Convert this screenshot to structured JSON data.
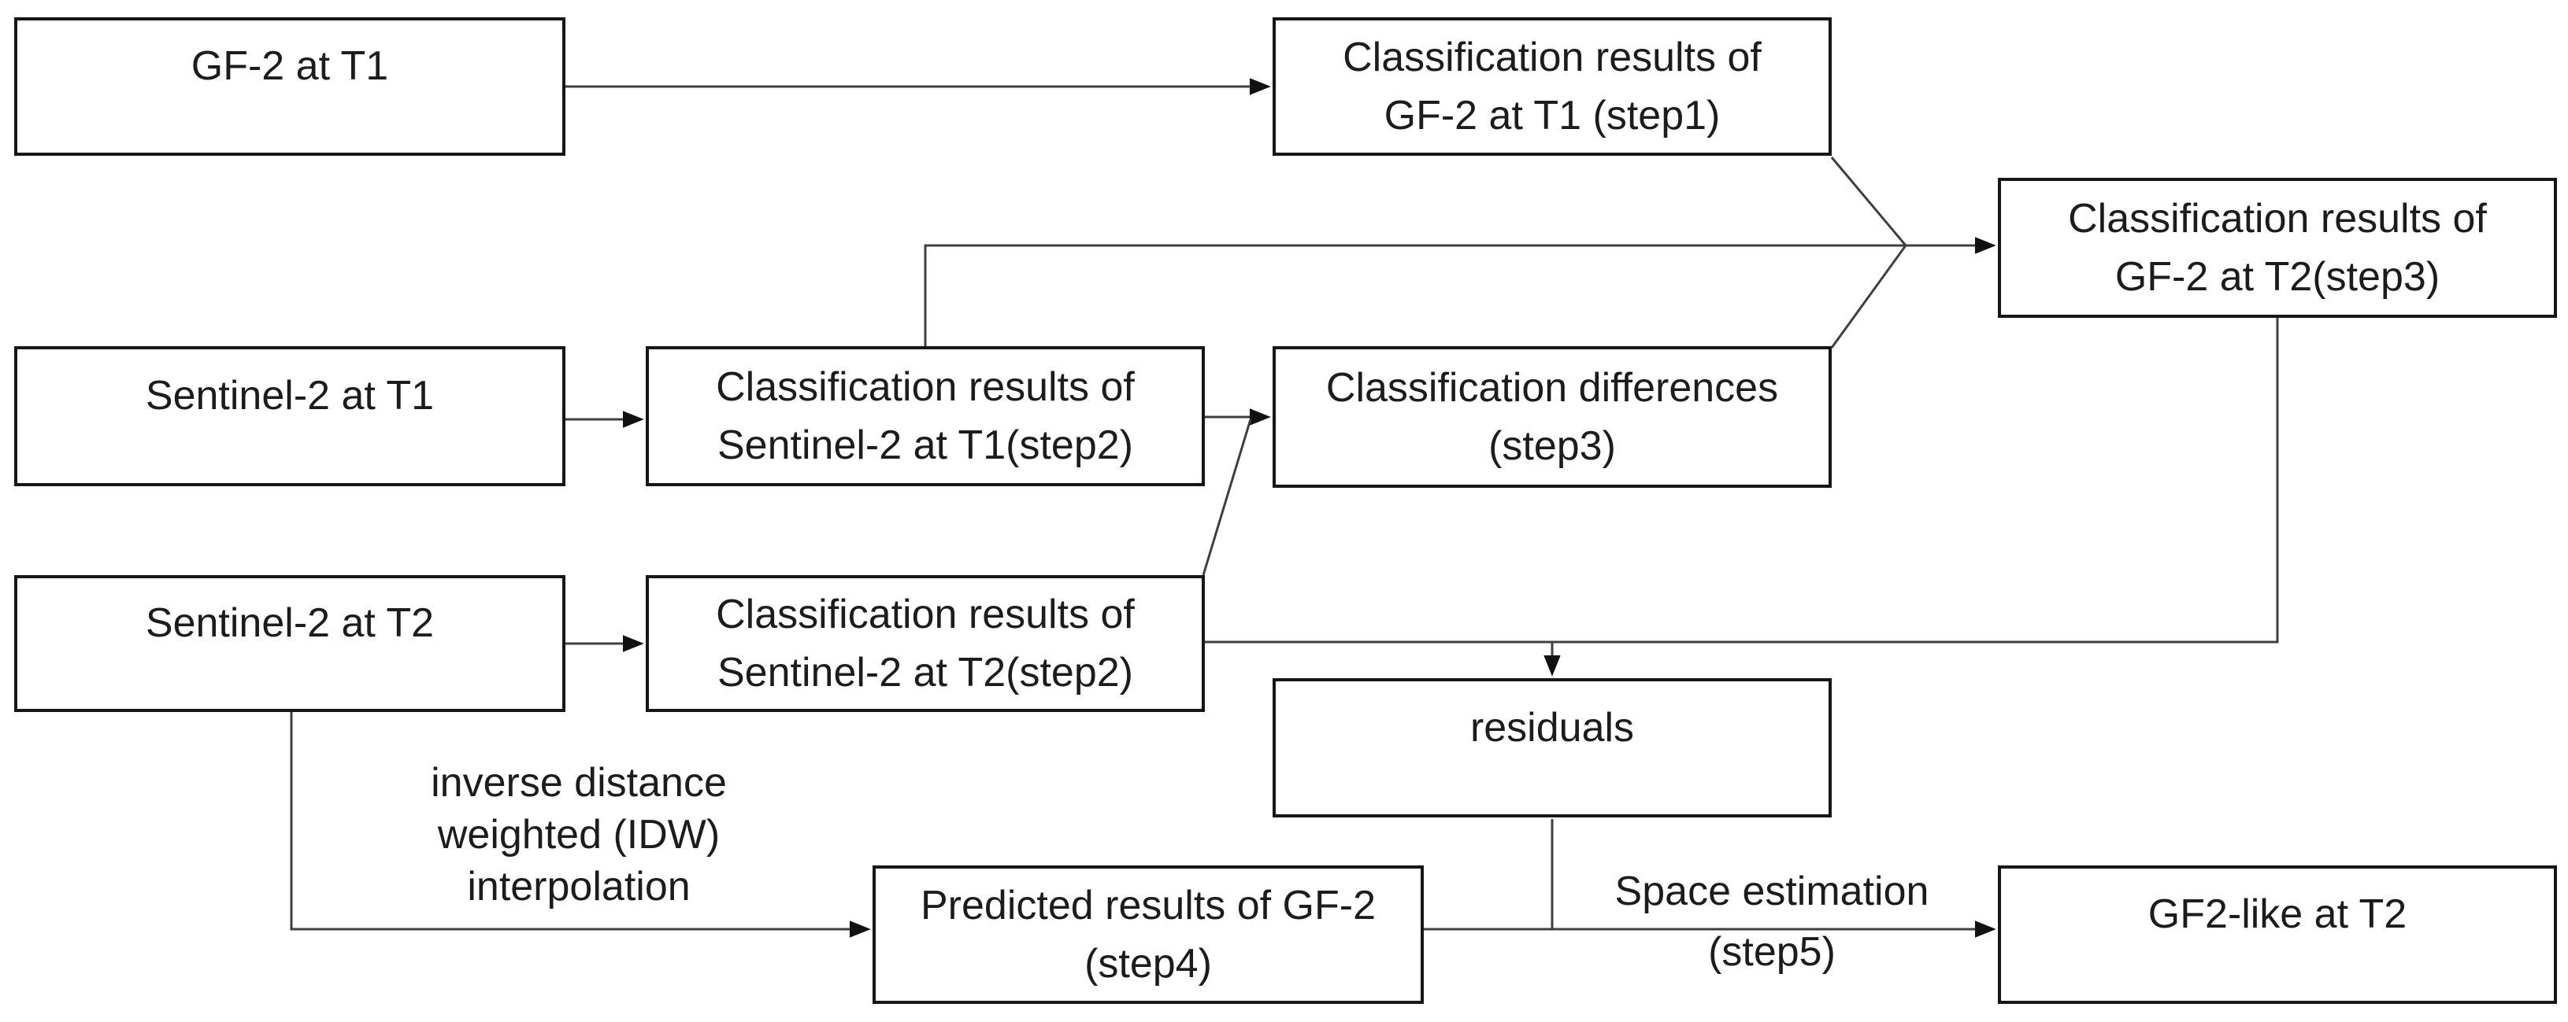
{
  "diagram_type": "flowchart",
  "nodes": {
    "gf2_t1": {
      "lines": [
        "GF-2 at T1"
      ]
    },
    "cls_gf2_t1": {
      "lines": [
        "Classification results of",
        "GF-2 at T1 (step1)"
      ]
    },
    "cls_gf2_t2": {
      "lines": [
        "Classification results of",
        "GF-2 at T2(step3)"
      ]
    },
    "sentinel2_t1": {
      "lines": [
        "Sentinel-2 at T1"
      ]
    },
    "cls_s2_t1": {
      "lines": [
        "Classification results of",
        "Sentinel-2 at T1(step2)"
      ]
    },
    "cls_diff": {
      "lines": [
        "Classification differences",
        "(step3)"
      ]
    },
    "sentinel2_t2": {
      "lines": [
        "Sentinel-2 at T2"
      ]
    },
    "cls_s2_t2": {
      "lines": [
        "Classification results of",
        "Sentinel-2 at T2(step2)"
      ]
    },
    "residuals": {
      "lines": [
        "residuals"
      ]
    },
    "predicted_gf2": {
      "lines": [
        "Predicted results of GF-2",
        "(step4)"
      ]
    },
    "gf2_like_t2": {
      "lines": [
        "GF2-like at T2"
      ]
    }
  },
  "edge_labels": {
    "idw": {
      "lines": [
        "inverse distance",
        "weighted (IDW)",
        "interpolation"
      ]
    },
    "space_estimation": {
      "lines": [
        "Space estimation",
        "(step5)"
      ]
    }
  },
  "colors": {
    "background": "#ffffff",
    "box_fill": "#ffffff",
    "box_border": "#161616",
    "connector": "#3f3f3f",
    "arrowhead": "#111111",
    "text": "#1c1c1c"
  }
}
